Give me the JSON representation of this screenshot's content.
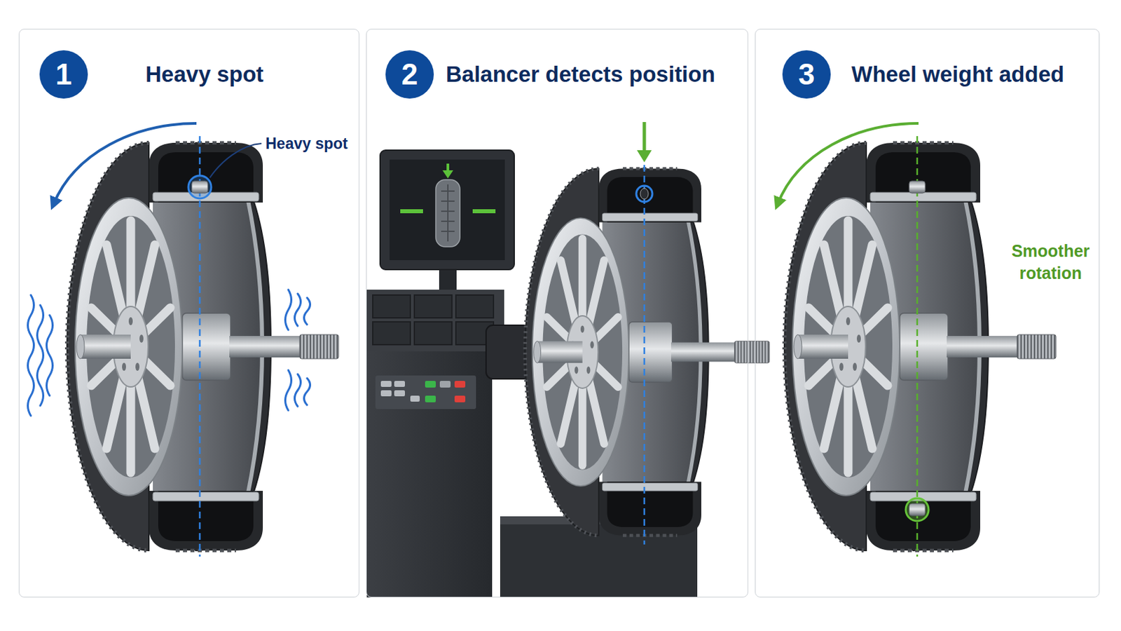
{
  "diagram": {
    "nodes": [
      {
        "text": [
          "Heavy spot"
        ]
      },
      {
        "text": [
          "1"
        ],
        "in": 0
      },
      {
        "text": [
          "Balancer detects position"
        ]
      },
      {
        "text": [
          "2"
        ],
        "in": 2
      },
      {
        "text": [
          "Wheel weight added"
        ]
      },
      {
        "text": [
          "3"
        ],
        "in": 4
      }
    ],
    "labels": [
      "Heavy spot",
      "Smoother rotation"
    ]
  }
}
